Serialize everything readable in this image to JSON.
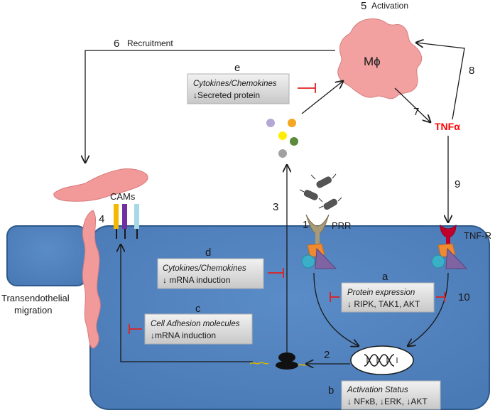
{
  "steps": {
    "s1": "1",
    "s2": "2",
    "s3": "3",
    "s4": "4",
    "s5": "5",
    "s6": "6",
    "s7": "7",
    "s8": "8",
    "s9": "9",
    "s10": "10"
  },
  "labels": {
    "activation": "Activation",
    "recruitment": "Recruitment",
    "macrophage": "Mϕ",
    "tnf_alpha": "TNFα",
    "tnf_r": "TNF-R",
    "prr": "PRR",
    "cams": "CAMs",
    "transendothelial_1": "Transendothelial",
    "transendothelial_2": "migration"
  },
  "letters": {
    "a": "a",
    "b": "b",
    "c": "c",
    "d": "d",
    "e": "e"
  },
  "boxes": {
    "e": {
      "line1": "Cytokines/Chemokines",
      "line2": "↓Secreted protein"
    },
    "d": {
      "line1": "Cytokines/Chemokines",
      "line2": "↓ mRNA induction"
    },
    "c": {
      "line1": "Cell Adhesion molecules",
      "line2": "↓mRNA induction"
    },
    "a": {
      "line1": "Protein expression",
      "line2": "↓ RIPK, TAK1, AKT"
    },
    "b": {
      "line1": "Activation Status",
      "line2": "↓ NFκB, ↓ERK, ↓AKT"
    }
  },
  "colors": {
    "cell_fill": "#4f81bd",
    "cell_stroke": "#2e5a8a",
    "macrophage": "#f2a0a0",
    "endothelial": "#f29a9a",
    "tnf_text": "#ff0000",
    "inhibit": "#e02020",
    "box_fill": "#d9d9d9"
  }
}
